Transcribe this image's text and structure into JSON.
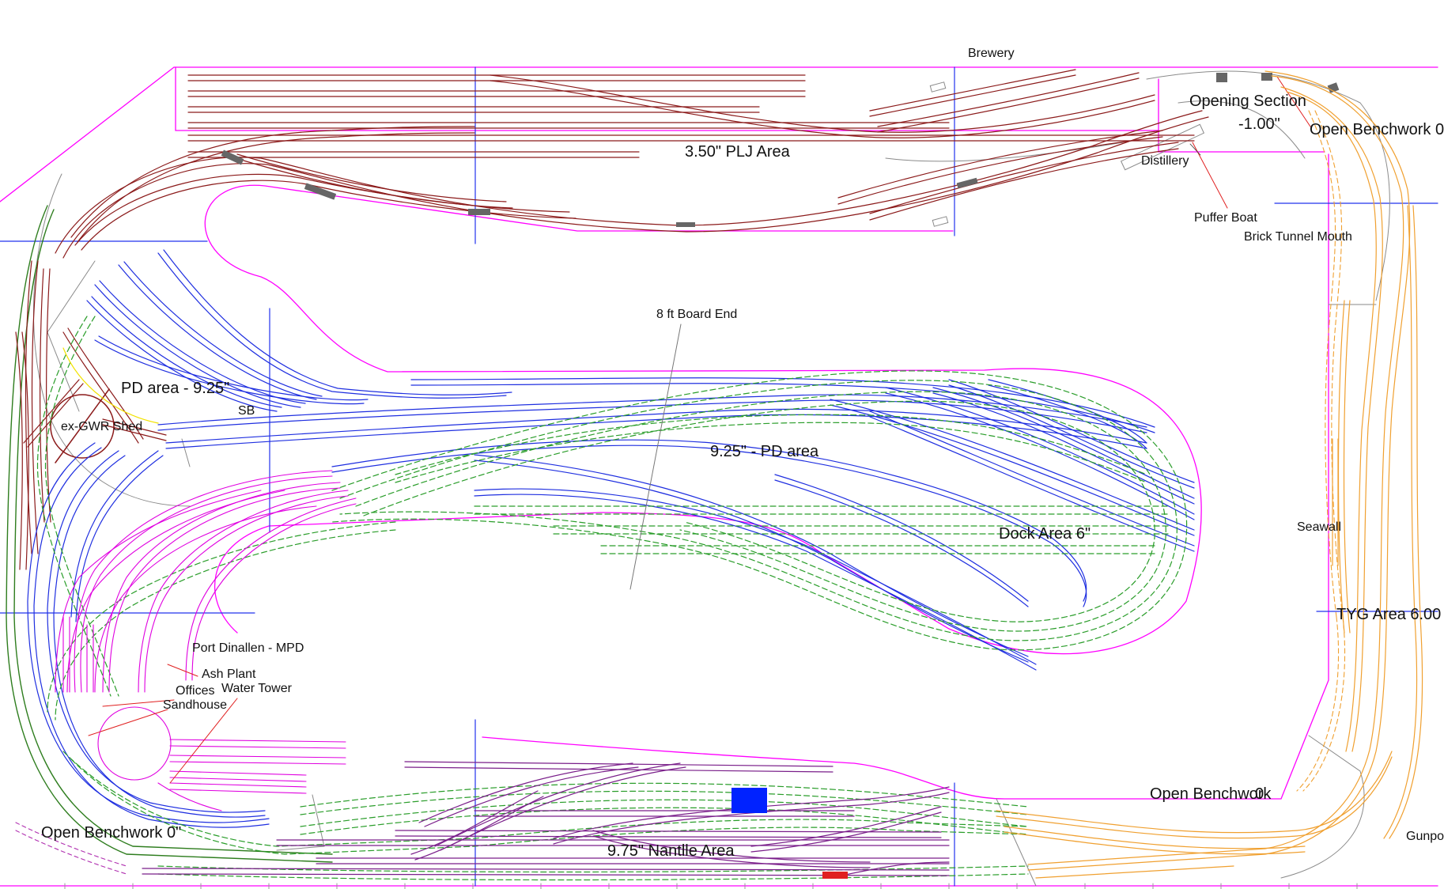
{
  "labels": {
    "brewery": "Brewery",
    "plj_area": "3.50\" PLJ Area",
    "opening_section": "Opening Section",
    "opening_offset": "-1.00\"",
    "open_benchwork_top": "Open Benchwork 0",
    "distillery": "Distillery",
    "puffer_boat": "Puffer Boat",
    "brick_tunnel": "Brick Tunnel Mouth",
    "board_end": "8 ft Board End",
    "pd_area_left": "PD area - 9.25\"",
    "sb": "SB",
    "gwr_shed": "ex-GWR Shed",
    "pd_area_centre": "9.25\" - PD area",
    "dock_area": "Dock Area 6\"",
    "seawall": "Seawall",
    "tyg_area": "TYG Area 6.00",
    "mpd": "Port Dinallen - MPD",
    "ash_plant": "Ash Plant",
    "offices": "Offices",
    "water_tower": "Water Tower",
    "sandhouse": "Sandhouse",
    "open_benchwork_right": "Open Benchwork",
    "open_benchwork_right_suffix": "0",
    "open_benchwork_left": "Open Benchwork 0\"",
    "nantlle_area": "9.75\" Nantlle Area",
    "gunpowder": "Gunpo"
  },
  "colors": {
    "baseboard_edge": "#ff00ff",
    "plj_track": "#8b1a1a",
    "pd_track": "#1f2fe0",
    "dashed_track": "#2a9d2a",
    "mpd_track": "#e000e0",
    "nantlle_track": "#7a1f8a",
    "tyg_track": "#f0a030",
    "outer_loop": "#2e7d1e",
    "board_join": "#2233ee",
    "scenery": "#888888",
    "building_blue": "#0022ff",
    "loco_red": "#e02020"
  }
}
